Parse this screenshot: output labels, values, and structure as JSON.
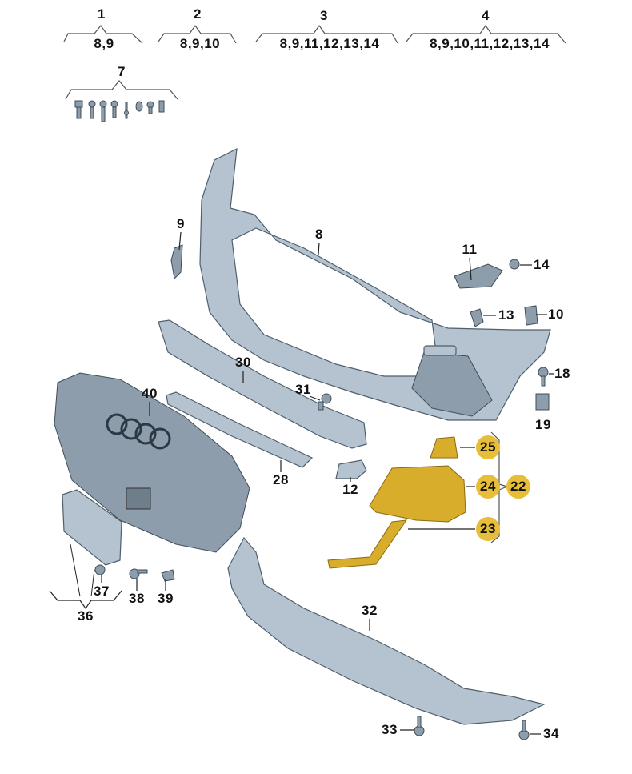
{
  "title": "Front bumper parts diagram",
  "kits": [
    {
      "number": "1",
      "contents": "8,9"
    },
    {
      "number": "2",
      "contents": "8,9,10"
    },
    {
      "number": "3",
      "contents": "8,9,11,12,13,14"
    },
    {
      "number": "4",
      "contents": "8,9,10,11,12,13,14"
    },
    {
      "number": "7"
    }
  ],
  "parts": {
    "p8": "8",
    "p9": "9",
    "p10": "10",
    "p11": "11",
    "p12": "12",
    "p13": "13",
    "p14": "14",
    "p18": "18",
    "p19": "19",
    "p22": "22",
    "p23": "23",
    "p24": "24",
    "p25": "25",
    "p28": "28",
    "p30": "30",
    "p31": "31",
    "p32": "32",
    "p33": "33",
    "p34": "34",
    "p36": "36",
    "p37": "37",
    "p38": "38",
    "p39": "39",
    "p40": "40"
  },
  "colors": {
    "highlight": "#e6be3a",
    "part": "#b4c3cf"
  }
}
